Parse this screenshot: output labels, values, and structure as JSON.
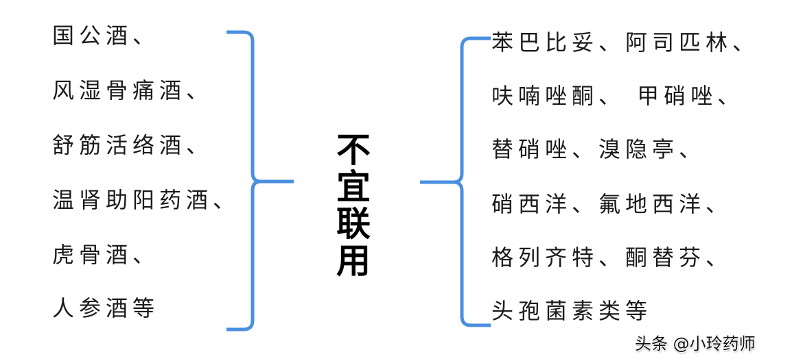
{
  "diagram": {
    "center_label": [
      "不",
      "宜",
      "联",
      "用"
    ],
    "left_items": [
      "国公酒、",
      "风湿骨痛酒、",
      "舒筋活络酒、",
      "温肾助阳药酒、",
      "虎骨酒、",
      "人参酒等"
    ],
    "right_items": [
      "苯巴比妥、阿司匹林、",
      "呋喃唑酮、 甲硝唑、",
      "替硝唑、溴隐亭、",
      "硝西洋、氟地西洋、",
      "格列齐特、酮替芬、",
      "头孢菌素类等"
    ],
    "bracket_color": "#4a8fe0"
  },
  "watermark": "头条 @小玲药师"
}
